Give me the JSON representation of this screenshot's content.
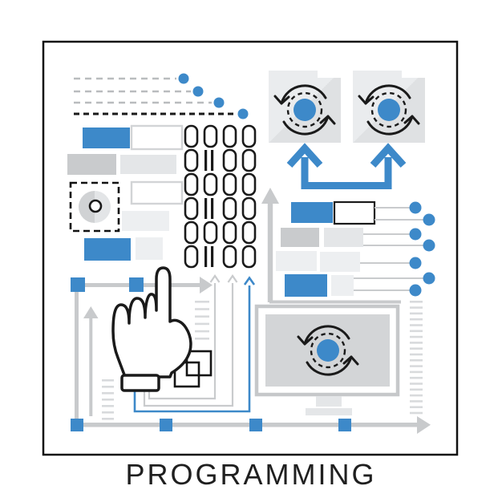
{
  "title": {
    "label": "PROGRAMMING"
  },
  "colors": {
    "accent": "#3d89c9",
    "ink": "#1a1a1a",
    "gray_dark": "#c9cbcd",
    "gray_mid": "#e4e6e8",
    "gray_light": "#edeff1",
    "axis": "#c8cacc",
    "line": "#c9cbcd",
    "dash_decor": "#d8dadc",
    "white": "#ffffff",
    "bar_border": "#d2d4d6",
    "leader_gray": "#b9bcbe",
    "screen": "#d3d5d7",
    "bezel": "#c6c8ca",
    "folder_light": "#eaecee",
    "folder_dark": "#dfe1e3"
  },
  "binary": {
    "rows": [
      "0000",
      "01100",
      "0000",
      "01100",
      "0000",
      "01100"
    ]
  },
  "dashed_leaders": [
    {
      "tone": "light",
      "length": 128
    },
    {
      "tone": "light",
      "length": 146
    },
    {
      "tone": "light",
      "length": 172
    },
    {
      "tone": "dark",
      "length": 202
    }
  ],
  "left_bars": [
    {
      "cells": [
        {
          "fill": "accent"
        },
        {
          "fill": "white",
          "border": true
        }
      ]
    },
    {
      "cells": [
        {
          "fill": "gray_dark"
        },
        {
          "fill": "gray_mid"
        }
      ]
    },
    {
      "cells": [
        {
          "fill": "white",
          "border": true
        }
      ]
    },
    {
      "cells": [
        {
          "fill": "gray_light"
        }
      ]
    },
    {
      "cells": [
        {
          "fill": "accent"
        },
        {
          "fill": "gray_light"
        }
      ]
    }
  ],
  "right_bars": [
    {
      "cells": [
        {
          "fill": "accent"
        },
        {
          "fill": "white",
          "border_ink": true
        }
      ]
    },
    {
      "cells": [
        {
          "fill": "gray_dark"
        },
        {
          "fill": "gray_mid"
        }
      ]
    },
    {
      "cells": [
        {
          "fill": "gray_light"
        },
        {
          "fill": "gray_light"
        }
      ]
    },
    {
      "cells": [
        {
          "fill": "accent"
        },
        {
          "fill": "gray_light"
        }
      ]
    }
  ],
  "connector_dots": 7,
  "marker_squares": {
    "top_count": 2,
    "bottom_count": 4
  },
  "icons": {
    "folder_sync_left": "sync-arrows-file-icon",
    "folder_sync_right": "sync-arrows-file-icon",
    "monitor_sync": "sync-arrows-monitor-icon",
    "hand": "pointing-hand-cursor-icon"
  }
}
